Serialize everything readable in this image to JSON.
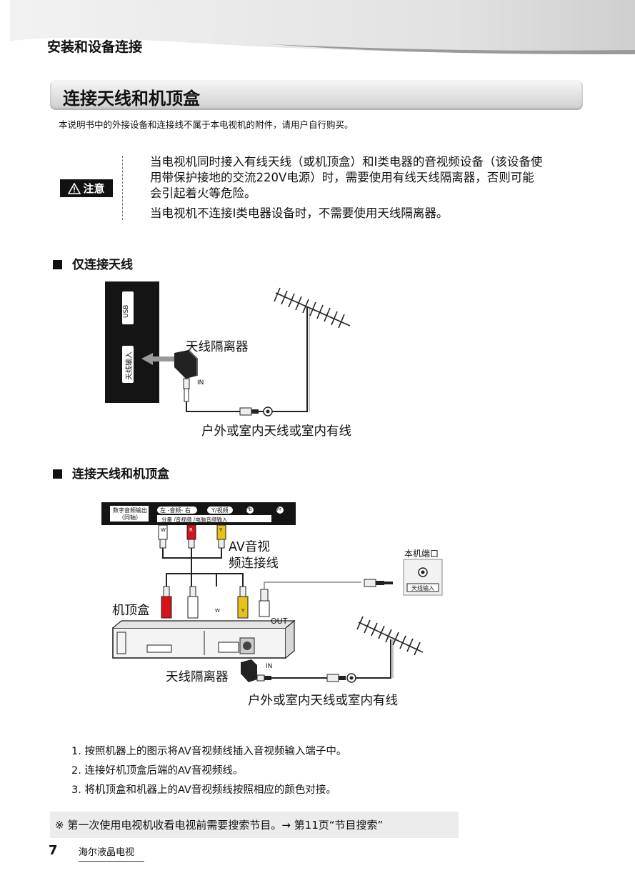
{
  "header": {
    "title": "安装和设备连接"
  },
  "section": {
    "title": "连接天线和机顶盒"
  },
  "intro": "本说明书中的外接设备和连接线不属于本电视机的附件，请用户自行购买。",
  "caution": {
    "badge": "注意",
    "p1_l1": "当电视机同时接入有线天线（或机顶盒）和I类电器的音视频设备（该设备使",
    "p1_l2": "用带保护接地的交流220V电源）时，需要使用有线天线隔离器，否则可能",
    "p1_l3": "会引起着火等危险。",
    "p2": "当电视机不连接I类电器设备时，不需要使用天线隔离器。"
  },
  "diagram1": {
    "heading": "仅连接天线",
    "port_usb": "USB",
    "port_antenna": "天线输入",
    "isolator": "天线隔离器",
    "in": "IN",
    "antenna_label": "户外或室内天线或室内有线"
  },
  "diagram2": {
    "heading": "连接天线和机顶盒",
    "panel_digital_audio": "数字音频输出",
    "panel_coax": "（同轴）",
    "panel_audio": "左 -音频- 右",
    "panel_video": "Y/视频",
    "panel_pb": "Pb",
    "panel_pr": "Pr",
    "panel_sub": "分量 /音视频 /电脑音频输入",
    "plug_w": "W",
    "plug_r": "R",
    "plug_y": "Y",
    "av_cable_l1": "AV音视",
    "av_cable_l2": "频连接线",
    "stb": "机顶盒",
    "tv_port": "本机端口",
    "tv_port_in": "天线输入",
    "out": "OUT",
    "in": "IN",
    "isolator": "天线隔离器",
    "antenna_label": "户外或室内天线或室内有线"
  },
  "steps": [
    "1. 按照机器上的图示将AV音视频线插入音视频输入端子中。",
    "2. 连接好机顶盒后端的AV音视频线。",
    "3. 将机顶盒和机器上的AV音视频线按照相应的颜色对接。"
  ],
  "note": "※ 第一次使用电视机收看电视前需要搜索节目。→ 第11页“节目搜索”",
  "footer": {
    "page": "7",
    "brand": "海尔液晶电视"
  }
}
